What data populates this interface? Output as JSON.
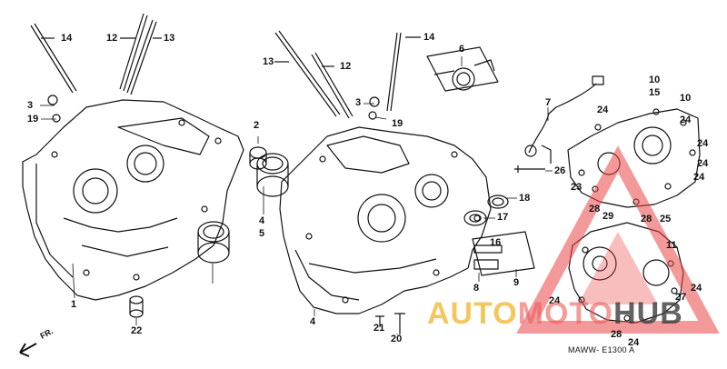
{
  "diagram": {
    "diagram_code": "MAWW- E1300 A",
    "direction_label": "FR.",
    "watermark": {
      "part1": "AUTO",
      "part2": "MOTO",
      "part3": "HUB"
    },
    "callouts": [
      "14",
      "12",
      "13",
      "3",
      "19",
      "2",
      "4",
      "5",
      "1",
      "22",
      "14",
      "13",
      "12",
      "6",
      "3",
      "19",
      "7",
      "26",
      "18",
      "17",
      "16",
      "8",
      "9",
      "4",
      "21",
      "20",
      "10",
      "15",
      "10",
      "24",
      "24",
      "24",
      "24",
      "24",
      "23",
      "28",
      "29",
      "28",
      "25",
      "11",
      "24",
      "24",
      "27",
      "28",
      "24"
    ]
  }
}
